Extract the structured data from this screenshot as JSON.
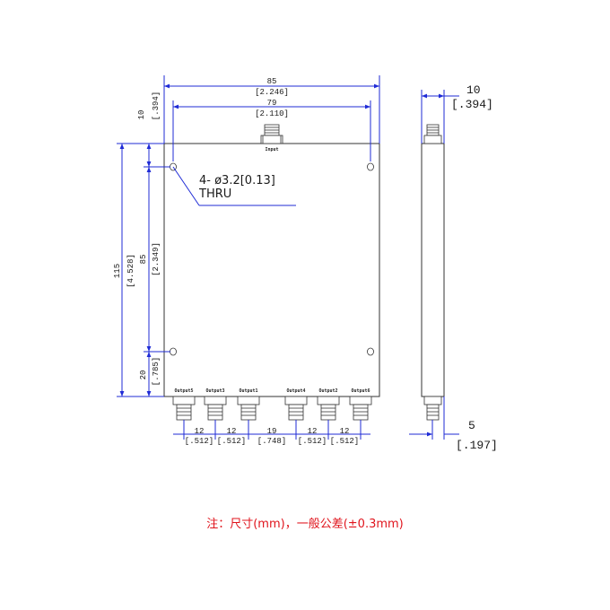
{
  "front_view": {
    "width_total": {
      "mm": "85",
      "inch": "[2.246]"
    },
    "hole_pitch_x": {
      "mm": "79",
      "inch": "[2.110]"
    },
    "top_offset": {
      "mm": "10",
      "inch": "[.394]"
    },
    "height_total": {
      "mm": "115",
      "inch": "[4.528]"
    },
    "hole_pitch_y": {
      "mm": "85",
      "inch": "[2.349]"
    },
    "bottom_offset": {
      "mm": "20",
      "inch": "[.785]"
    },
    "hole_callout": {
      "line1": "4- ø3.2[0.13]",
      "line2": "THRU"
    },
    "input_label": "Input",
    "output_labels": [
      "Output5",
      "Output3",
      "Output1",
      "Output4",
      "Output2",
      "Output6"
    ],
    "spacings": [
      {
        "mm": "12",
        "inch": "[.512]"
      },
      {
        "mm": "12",
        "inch": "[.512]"
      },
      {
        "mm": "19",
        "inch": "[.748]"
      },
      {
        "mm": "12",
        "inch": "[.512]"
      },
      {
        "mm": "12",
        "inch": "[.512]"
      }
    ]
  },
  "side_view": {
    "thickness": {
      "mm": "10",
      "inch": "[.394]"
    },
    "connector_offset": {
      "mm": "5",
      "inch": "[.197]"
    }
  },
  "note": "注：尺寸(mm)，一般公差(±0.3mm)",
  "colors": {
    "dimension_line": "#1f2bd6",
    "note_text": "#e0141c",
    "outline": "#333333"
  }
}
